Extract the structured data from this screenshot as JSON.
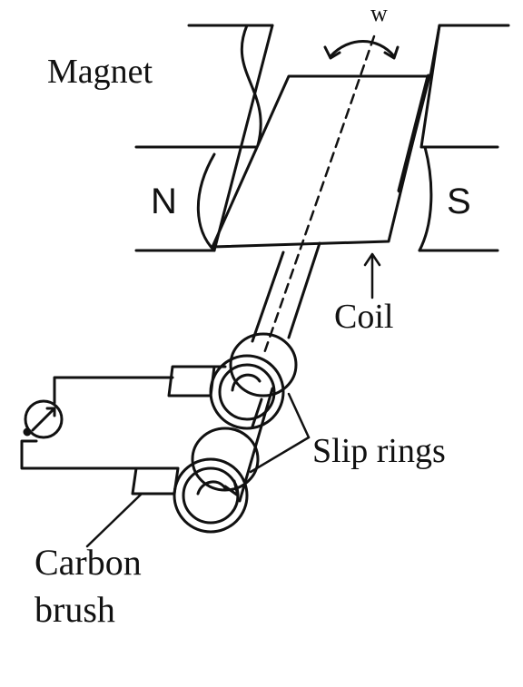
{
  "labels": {
    "magnet": "Magnet",
    "w": "w",
    "north": "N",
    "south": "S",
    "coil": "Coil",
    "slip_rings": "Slip rings",
    "carbon_line1": "Carbon",
    "carbon_line2": "brush"
  },
  "colors": {
    "ink": "#111111",
    "background": "#ffffff"
  }
}
